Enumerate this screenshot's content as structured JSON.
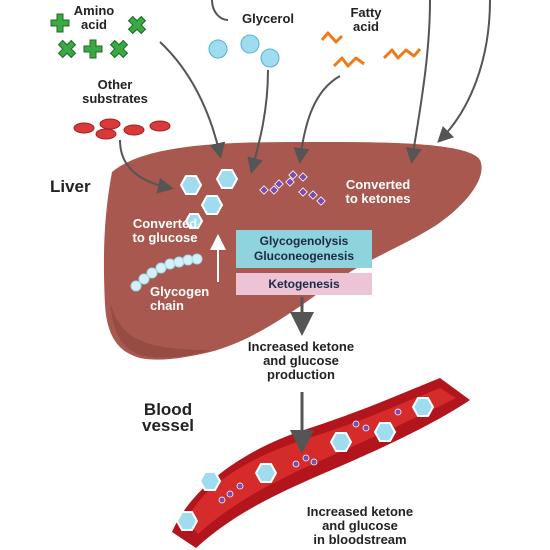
{
  "labels": {
    "amino_acid": "Amino\nacid",
    "glycerol": "Glycerol",
    "fatty_acid": "Fatty\nacid",
    "other_substrates": "Other\nsubstrates",
    "liver": "Liver",
    "converted_to_ketones": "Converted\nto ketones",
    "converted_to_glucose": "Converted\nto glucose",
    "glycogen_chain": "Glycogen\nchain",
    "process_top": "Glycogenolysis\nGluconeogenesis",
    "process_bottom": "Ketogenesis",
    "increased_production": "Increased ketone\nand glucose\nproduction",
    "blood_vessel": "Blood\nvessel",
    "increased_bloodstream": "Increased ketone\nand glucose\nin bloodstream"
  },
  "colors": {
    "liver": "#a8584e",
    "liver_dark": "#7a3a33",
    "vessel": "#b3151d",
    "vessel_inner": "#e03b3b",
    "glucose_hexagon": "#9fdcf0",
    "ketone_dot": "#7a4bb0",
    "amino_acid": "#3aa843",
    "fatty_acid": "#f07a18",
    "substrate_cell": "#d83a3a",
    "process_box_top": "#8fd3dc",
    "process_box_bottom": "#ecc4d6",
    "arrow": "#555555"
  }
}
